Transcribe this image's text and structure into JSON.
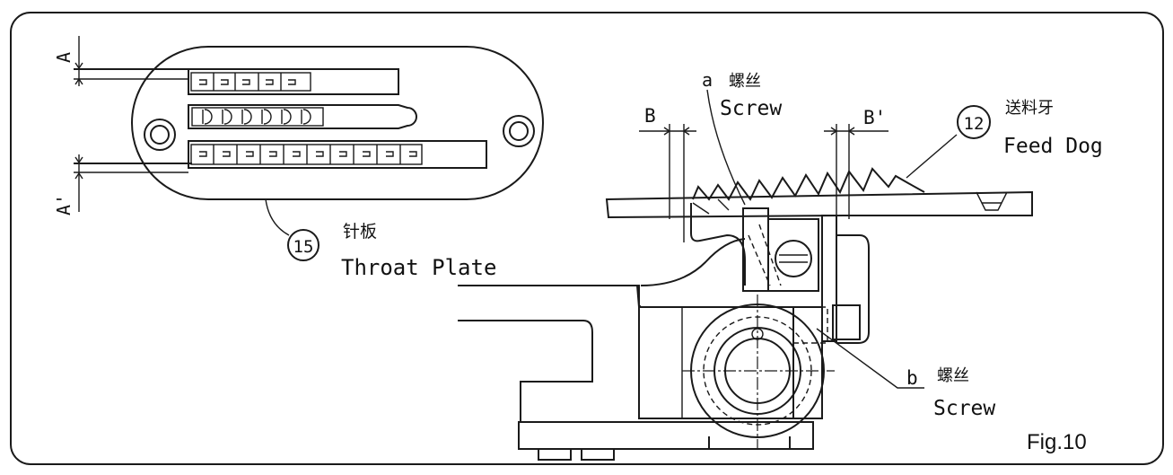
{
  "figure": {
    "caption": "Fig.10",
    "colors": {
      "ink": "#1a1a1a",
      "paper": "#ffffff"
    }
  },
  "throat_plate": {
    "number": "15",
    "label_cn": "针板",
    "label_en": "Throat Plate",
    "dim_top": "A",
    "dim_bottom": "A'"
  },
  "feed_dog": {
    "number": "12",
    "label_cn": "送料牙",
    "label_en": "Feed Dog",
    "dim_left": "B",
    "dim_right": "B'"
  },
  "screw_a": {
    "letter": "a",
    "label_cn": "螺丝",
    "label_en": "Screw"
  },
  "screw_b": {
    "letter": "b",
    "label_cn": "螺丝",
    "label_en": "Screw"
  }
}
